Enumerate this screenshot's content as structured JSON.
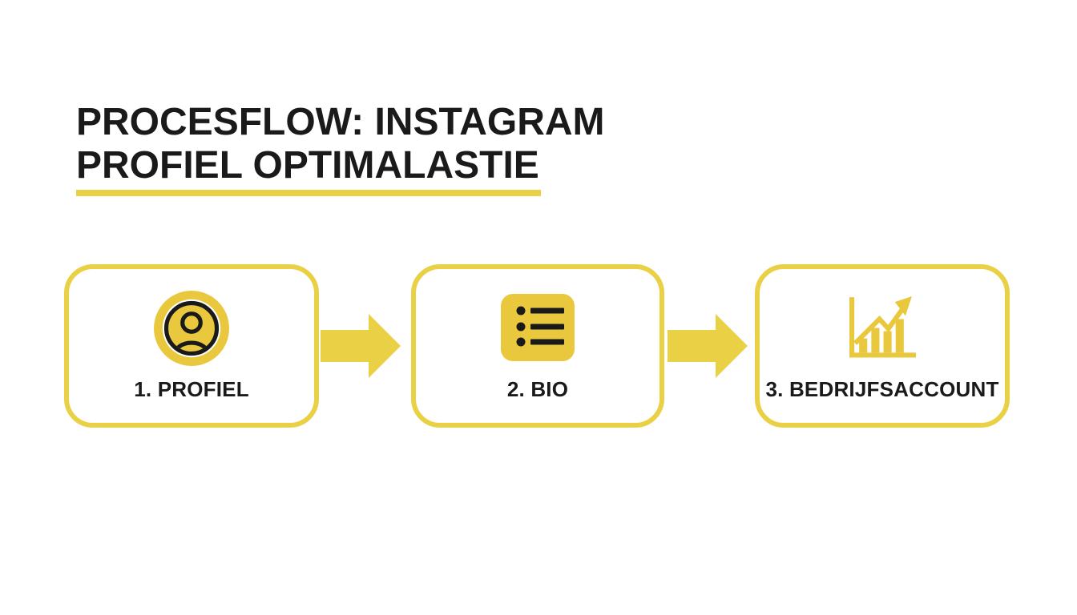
{
  "title": {
    "line1": "PROCESFLOW: INSTAGRAM",
    "line2": "PROFIEL OPTIMALASTIE"
  },
  "steps": [
    {
      "label": "1. PROFIEL",
      "icon": "profile-user-icon"
    },
    {
      "label": "2. BIO",
      "icon": "bullet-list-icon"
    },
    {
      "label": "3. BEDRIJFSACCOUNT",
      "icon": "growth-chart-icon"
    }
  ],
  "colors": {
    "accent_yellow": "#EAD045",
    "icon_yellow": "#E9C83E",
    "text_black": "#1A1A1A",
    "background": "#FFFFFF"
  }
}
